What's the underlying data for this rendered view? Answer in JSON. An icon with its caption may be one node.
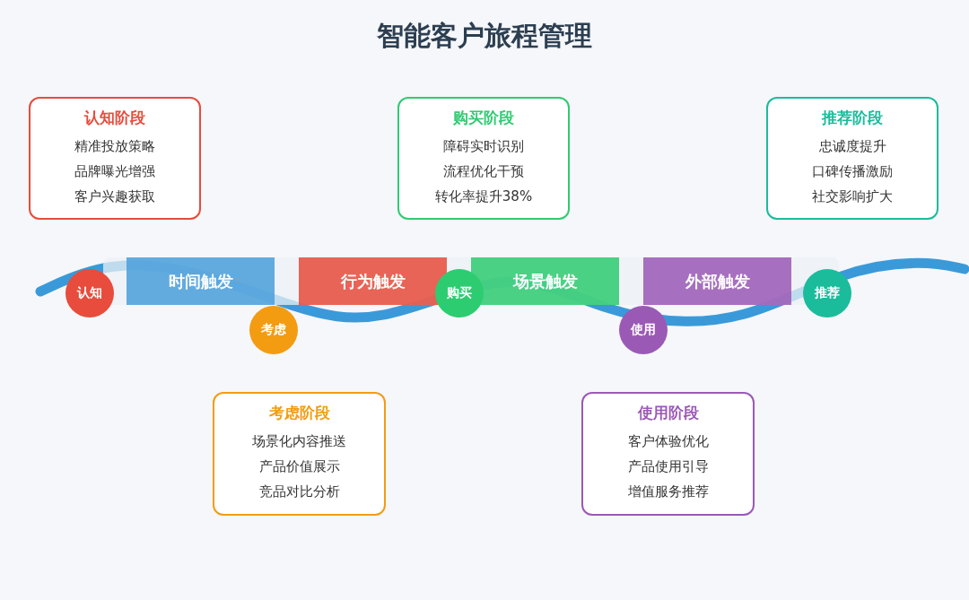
{
  "diagram": {
    "title": "智能客户旅程管理",
    "nodes": [
      {
        "text": [
          "认知阶段",
          "精准投放策略",
          "品牌曝光增强",
          "客户兴趣获取"
        ]
      },
      {
        "text": [
          "购买阶段",
          "障碍实时识别",
          "流程优化干预",
          "转化率提升38%"
        ]
      },
      {
        "text": [
          "推荐阶段",
          "忠诚度提升",
          "口碑传播激励",
          "社交影响扩大"
        ]
      },
      {
        "text": [
          "认知"
        ]
      },
      {
        "text": [
          "时间触发"
        ]
      },
      {
        "text": [
          "考虑"
        ]
      },
      {
        "text": [
          "行为触发"
        ]
      },
      {
        "text": [
          "购买"
        ]
      },
      {
        "text": [
          "场景触发"
        ]
      },
      {
        "text": [
          "使用"
        ]
      },
      {
        "text": [
          "外部触发"
        ]
      },
      {
        "text": [
          "推荐"
        ]
      },
      {
        "text": [
          "考虑阶段",
          "场景化内容推送",
          "产品价值展示",
          "竞品对比分析"
        ]
      },
      {
        "text": [
          "使用阶段",
          "客户体验优化",
          "产品使用引导",
          "增值服务推荐"
        ]
      }
    ]
  }
}
